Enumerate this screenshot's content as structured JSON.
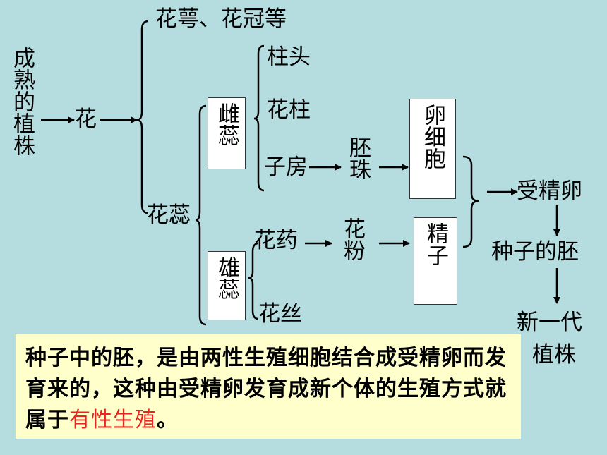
{
  "diagram": {
    "plant": "成熟的植株",
    "flower": "花",
    "sepal_petal": "花萼、花冠等",
    "stamen_pistil": "花蕊",
    "pistil": "雌蕊",
    "stamen": "雄蕊",
    "stigma": "柱头",
    "style": "花柱",
    "ovary": "子房",
    "ovule": "胚珠",
    "egg_cell": "卵细胞",
    "anther": "花药",
    "filament": "花丝",
    "pollen": "花粉",
    "sperm": "精子",
    "zygote": "受精卵",
    "embryo": "种子的胚",
    "new_gen_line1": "新一代",
    "new_gen_line2": "植株"
  },
  "note": {
    "text": "种子中的胚，是由两性生殖细胞结合成受精卵而发育来的，这种由受精卵发育成新个体的生殖方式就属于",
    "highlight": "有性生殖",
    "end": "。",
    "highlight_color": "#e8241e",
    "background": "#ffffcc"
  },
  "colors": {
    "background": "#b5dde0",
    "box": "#ffffff"
  }
}
